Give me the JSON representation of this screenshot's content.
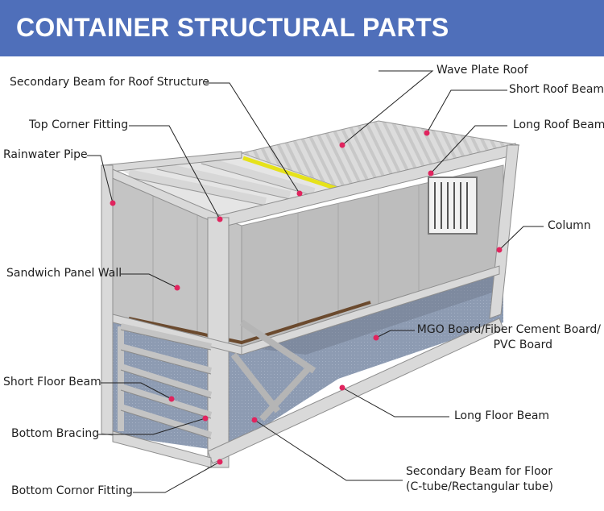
{
  "title": "CONTAINER STRUCTURAL PARTS",
  "labels": {
    "wave_plate_roof": "Wave Plate Roof",
    "short_roof_beam": "Short Roof Beam",
    "long_roof_beam": "Long Roof Beam",
    "secondary_beam_roof": "Secondary Beam for Roof Structure",
    "top_corner_fitting": "Top Corner Fitting",
    "rainwater_pipe": "Rainwater Pipe",
    "column": "Column",
    "sandwich_panel_wall": "Sandwich Panel Wall",
    "mgo_board_line1": "MGO Board/Fiber Cement Board/",
    "mgo_board_line2": "PVC Board",
    "short_floor_beam": "Short Floor Beam",
    "long_floor_beam": "Long Floor Beam",
    "bottom_bracing": "Bottom Bracing",
    "secondary_beam_floor_line1": "Secondary Beam for Floor",
    "secondary_beam_floor_line2": "(C-tube/Rectangular tube)",
    "bottom_corner_fitting": "Bottom Cornor Fitting"
  },
  "colors": {
    "header_bg": "#4f6fba",
    "header_text": "#ffffff",
    "marker": "#e0245e",
    "frame": "#d6d6d6",
    "frame_edge": "#8e8e8e",
    "wall": "#c2c2c2",
    "floor": "#8f9db3",
    "roof_highlight": "#e6e21a"
  }
}
